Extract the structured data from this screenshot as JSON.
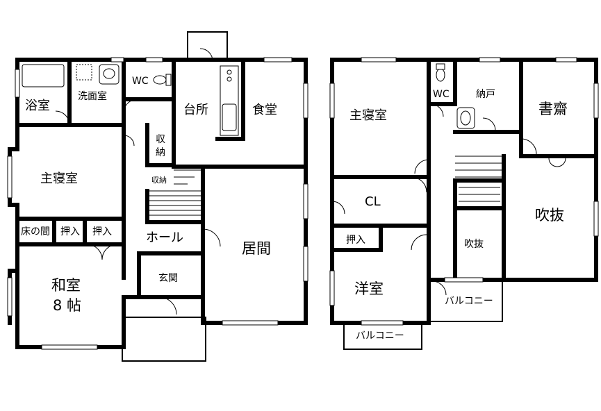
{
  "floor1": {
    "bath": "浴室",
    "washroom": "洗面室",
    "wc": "WC",
    "kitchen": "台所",
    "dining": "食堂",
    "storage_a": "収\n納",
    "storage_b": "収納",
    "master_bedroom": "主寝室",
    "tokonoma": "床の間",
    "closet_a": "押入",
    "closet_b": "押入",
    "hall": "ホール",
    "living": "居間",
    "japanese_room_line1": "和室",
    "japanese_room_line2": "8 帖",
    "entrance": "玄関"
  },
  "floor2": {
    "master_bedroom": "主寝室",
    "wc": "WC",
    "storeroom": "納戸",
    "study": "書齋",
    "cl": "CL",
    "void_a": "吹抜",
    "void_b": "吹抜",
    "closet": "押入",
    "western_room": "洋室",
    "balcony_a": "バルコニー",
    "balcony_b": "バルコニー"
  }
}
